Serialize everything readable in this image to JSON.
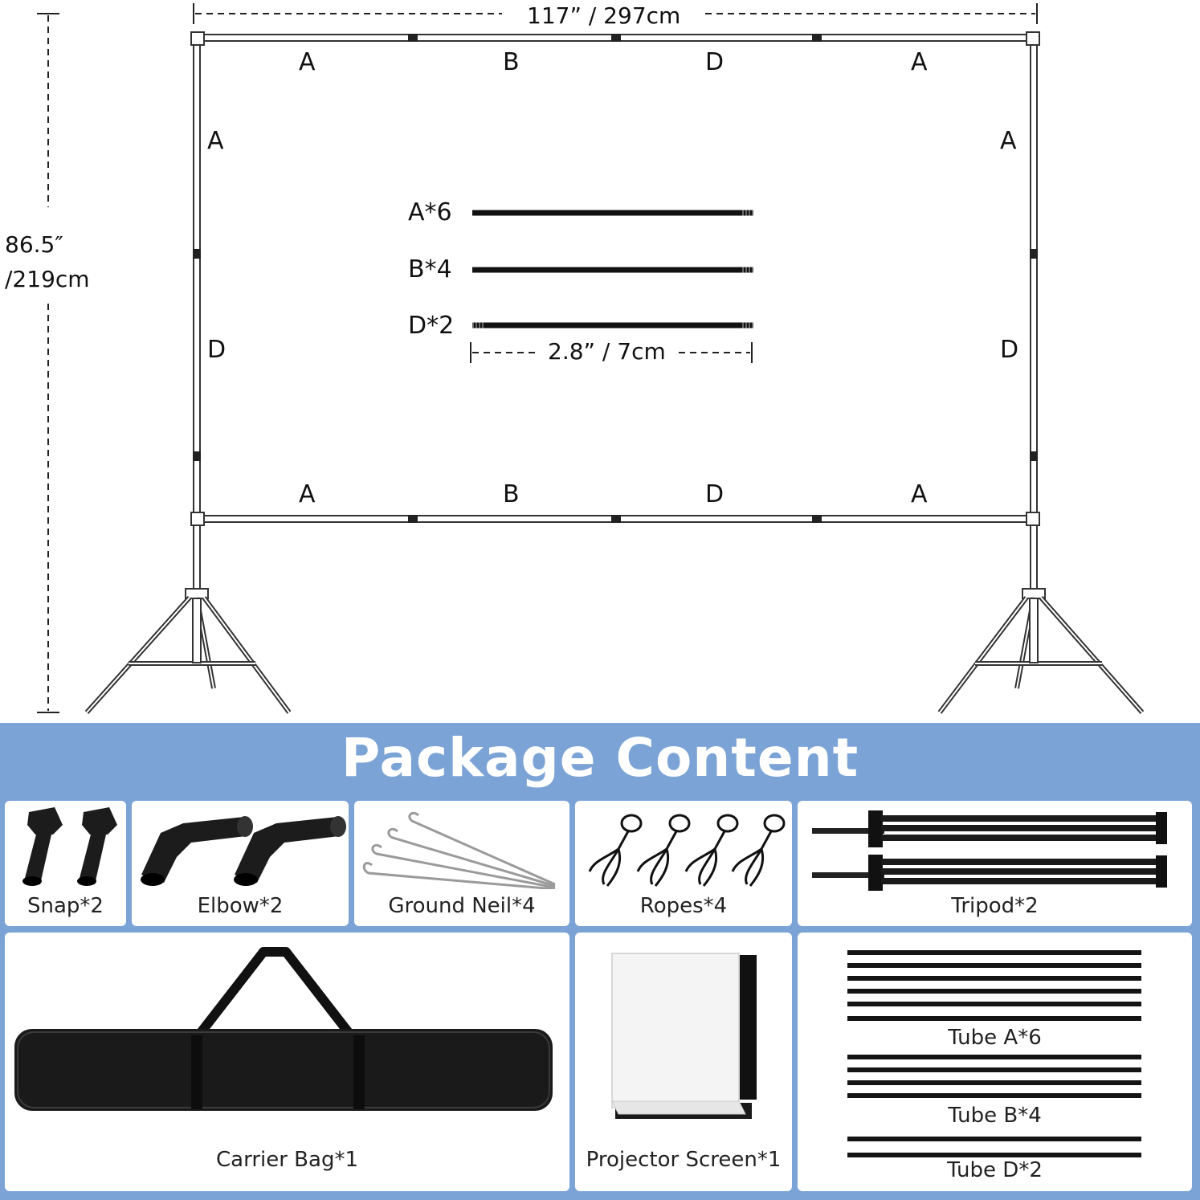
{
  "dimensions": {
    "width": "117” / 297cm",
    "height_line1": "86.5″",
    "height_line2": "/219cm",
    "tube_length": "2.8” / 7cm"
  },
  "frame_labels": {
    "top": [
      "A",
      "B",
      "D",
      "A"
    ],
    "bottom": [
      "A",
      "B",
      "D",
      "A"
    ],
    "left": [
      "A",
      "D"
    ],
    "right": [
      "A",
      "D"
    ]
  },
  "tube_legend": [
    "A*6",
    "B*4",
    "D*2"
  ],
  "package": {
    "title": "Package Content",
    "items": {
      "snap": "Snap*2",
      "elbow": "Elbow*2",
      "ground_nail": "Ground Neil*4",
      "ropes": "Ropes*4",
      "tripod": "Tripod*2",
      "carrier_bag": "Carrier Bag*1",
      "projector_screen": "Projector Screen*1",
      "tube_a": "Tube A*6",
      "tube_b": "Tube B*4",
      "tube_d": "Tube D*2"
    }
  },
  "colors": {
    "band": "#7ba3d6",
    "frame": "#333333"
  }
}
